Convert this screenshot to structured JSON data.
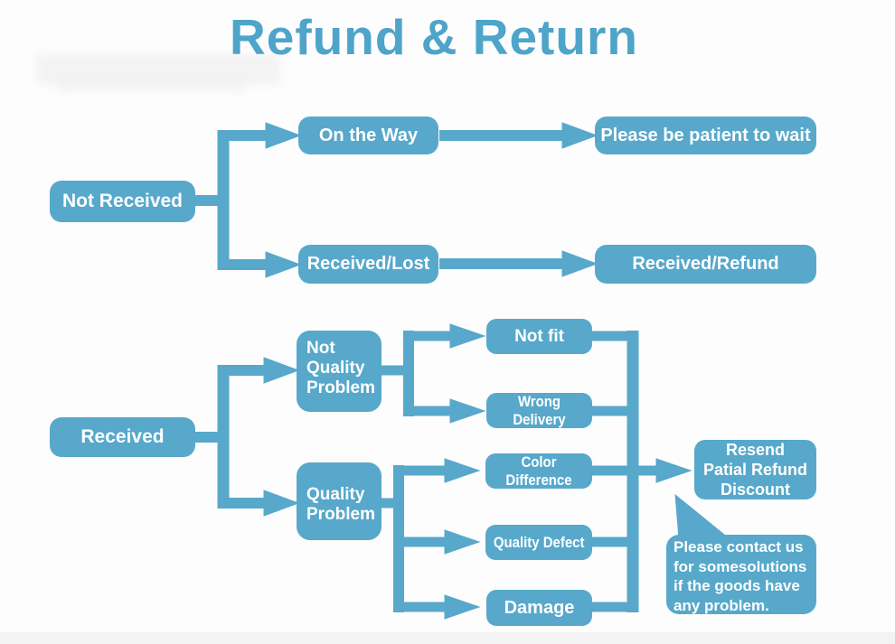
{
  "title": "Refund & Return",
  "colors": {
    "node_blue": "#57a8cb",
    "title_blue": "#4ea4c9",
    "text_white": "#ffffff",
    "background": "#fdfdfe"
  },
  "flow_not_received": {
    "not_received": "Not Received",
    "on_the_way": "On the Way",
    "please_wait": "Please be patient to wait",
    "received_lost": "Received/Lost",
    "received_refund": "Received/Refund"
  },
  "flow_received": {
    "received": "Received",
    "not_quality_problem": {
      "lines": [
        "Not",
        "Quality",
        "Problem"
      ]
    },
    "quality_problem": {
      "lines": [
        "Quality",
        "Problem"
      ]
    },
    "not_fit": "Not fit",
    "wrong_delivery": "Wrong Delivery",
    "color_difference": "Color Difference",
    "quality_defect": "Quality Defect",
    "damage": "Damage",
    "resolution": {
      "lines": [
        "Resend",
        "Patial Refund",
        "Discount"
      ]
    },
    "note": {
      "lines": [
        "Please contact us",
        "for somesolutions",
        "if the goods have",
        "any problem."
      ]
    }
  }
}
